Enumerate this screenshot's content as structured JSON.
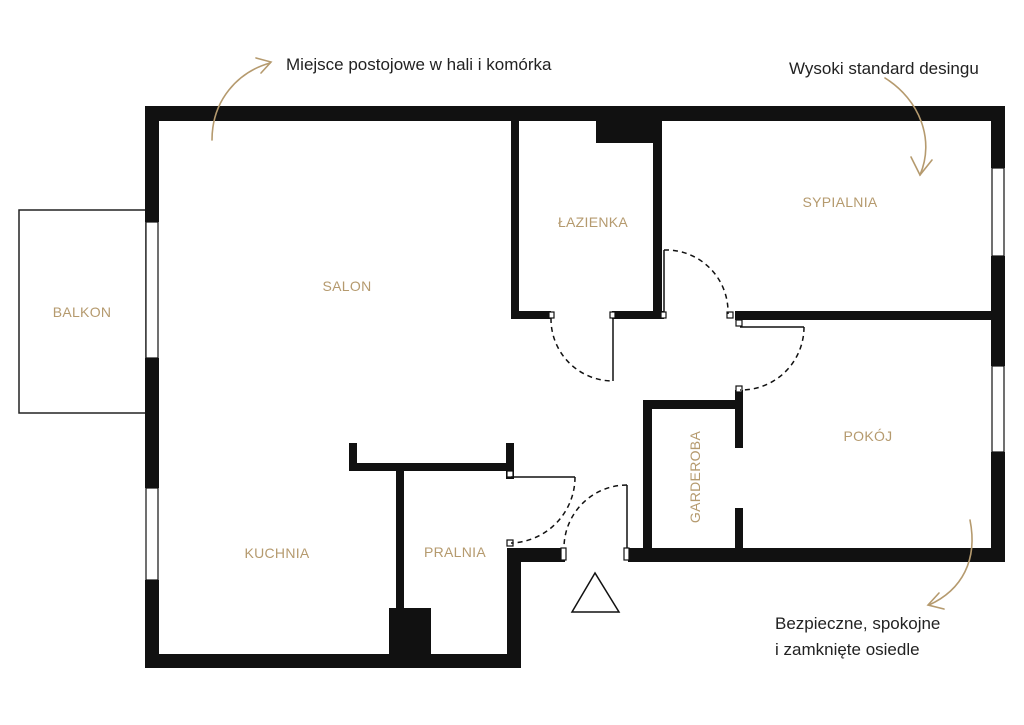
{
  "annotations": {
    "parking": "Miejsce postojowe w hali i komórka",
    "standard": "Wysoki standard desingu",
    "safety_line1": "Bezpieczne, spokojne",
    "safety_line2": "i zamknięte osiedle"
  },
  "rooms": {
    "balkon": "BALKON",
    "salon": "SALON",
    "lazienka": "ŁAZIENKA",
    "sypialnia": "SYPIALNIA",
    "pokoj": "POKÓJ",
    "garderoba": "GARDEROBA",
    "kuchnia": "KUCHNIA",
    "pralnia": "PRALNIA"
  },
  "colors": {
    "wall": "#111111",
    "label": "#b59a6e",
    "arrow": "#b59a6e",
    "text": "#222222"
  },
  "icons": [
    "curved-arrow-icon",
    "entrance-triangle-icon"
  ]
}
